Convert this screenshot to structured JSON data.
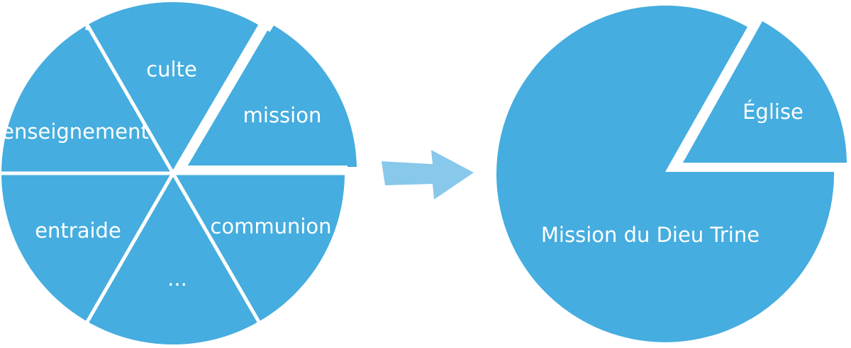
{
  "colors": {
    "fill": "#45ADDF",
    "arrow": "#88C8EA",
    "label": "#FFFFFF",
    "gap": "#FFFFFF"
  },
  "left_circle": {
    "segments": [
      {
        "label": "culte"
      },
      {
        "label": "mission"
      },
      {
        "label": "communion"
      },
      {
        "label": "..."
      },
      {
        "label": "entraide"
      },
      {
        "label": "enseignement"
      }
    ]
  },
  "arrow": {
    "icon": "right-arrow-icon"
  },
  "right_circle": {
    "main_label": "Mission du Dieu Trine",
    "slice_label": "Église"
  }
}
